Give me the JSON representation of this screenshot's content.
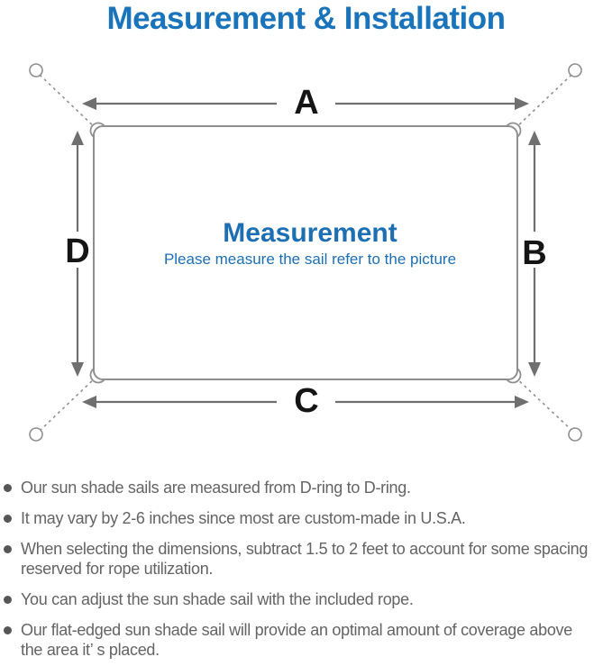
{
  "title": "Measurement & Installation",
  "colors": {
    "accent_blue": "#1a74bc",
    "center_blue": "#1d6fb4",
    "diagram_line_gray": "#8f8f8f",
    "arrow_gray": "#6f6f6f",
    "label_black": "#151515",
    "note_text_gray": "#646464",
    "note_dot_gray": "#565656"
  },
  "diagram": {
    "center_title": "Measurement",
    "center_subtitle": "Please measure the sail refer to the picture",
    "labels": {
      "top": "A",
      "right": "B",
      "bottom": "C",
      "left": "D"
    }
  },
  "bullets": [
    "Our sun shade sails are measured from D-ring to D-ring.",
    "It may vary by 2-6 inches since most are custom-made in U.S.A.",
    "When selecting the dimensions, subtract 1.5 to 2 feet to account for some spacing\nreserved for rope utilization.",
    "You can adjust the sun shade sail with the included rope.",
    "Our flat-edged sun shade sail will provide an optimal amount of coverage above\nthe area it’ s placed."
  ]
}
